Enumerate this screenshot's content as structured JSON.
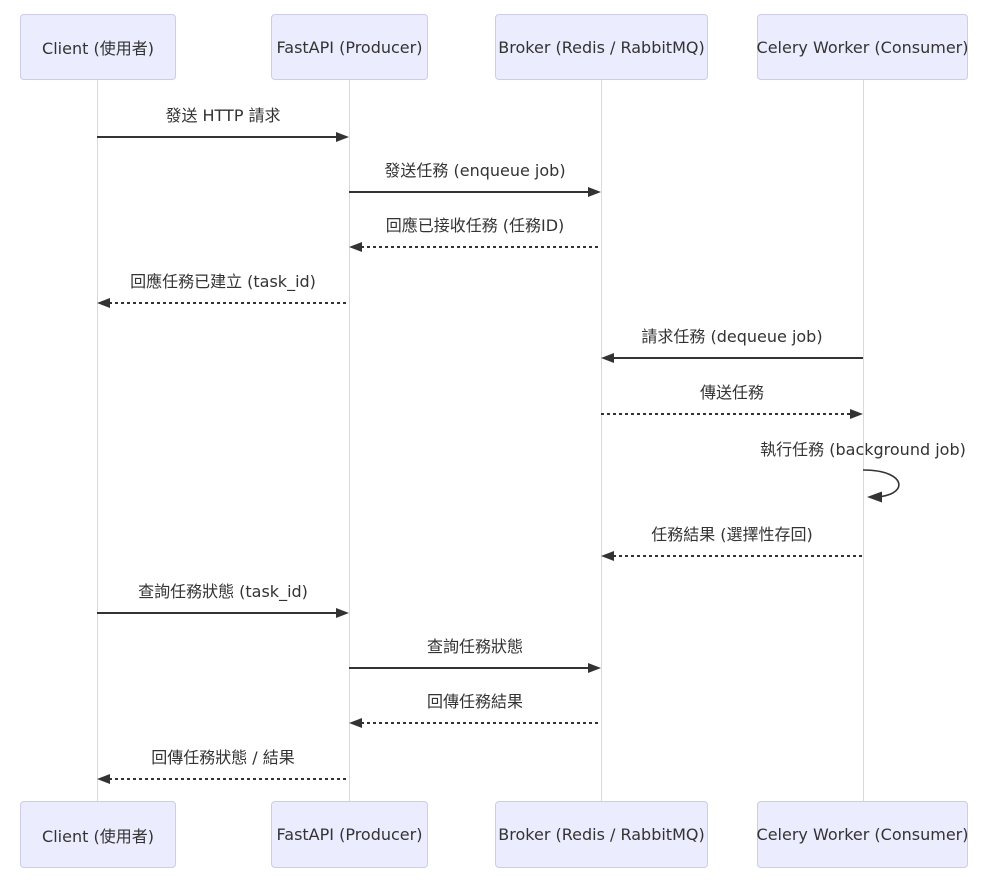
{
  "diagram": {
    "type": "sequence-diagram",
    "actors": [
      {
        "id": "client",
        "label": "Client (使用者)"
      },
      {
        "id": "fastapi",
        "label": "FastAPI (Producer)"
      },
      {
        "id": "broker",
        "label": "Broker (Redis / RabbitMQ)"
      },
      {
        "id": "worker",
        "label": "Celery Worker (Consumer)"
      }
    ],
    "messages": [
      {
        "from": "client",
        "to": "fastapi",
        "line": "solid",
        "label": "發送 HTTP 請求"
      },
      {
        "from": "fastapi",
        "to": "broker",
        "line": "solid",
        "label": "發送任務 (enqueue job)"
      },
      {
        "from": "broker",
        "to": "fastapi",
        "line": "dashed",
        "label": "回應已接收任務 (任務ID)"
      },
      {
        "from": "fastapi",
        "to": "client",
        "line": "dashed",
        "label": "回應任務已建立 (task_id)"
      },
      {
        "from": "worker",
        "to": "broker",
        "line": "solid",
        "label": "請求任務 (dequeue job)"
      },
      {
        "from": "broker",
        "to": "worker",
        "line": "dashed",
        "label": "傳送任務"
      },
      {
        "from": "worker",
        "to": "worker",
        "line": "self",
        "label": "執行任務 (background job)"
      },
      {
        "from": "worker",
        "to": "broker",
        "line": "dashed",
        "label": "任務結果 (選擇性存回)"
      },
      {
        "from": "client",
        "to": "fastapi",
        "line": "solid",
        "label": "查詢任務狀態 (task_id)"
      },
      {
        "from": "fastapi",
        "to": "broker",
        "line": "solid",
        "label": "查詢任務狀態"
      },
      {
        "from": "broker",
        "to": "fastapi",
        "line": "dashed",
        "label": "回傳任務結果"
      },
      {
        "from": "fastapi",
        "to": "client",
        "line": "dashed",
        "label": "回傳任務狀態 / 結果"
      }
    ],
    "colors": {
      "actor_fill": "#ECECFF",
      "actor_border": "#CCCCEB",
      "lifeline": "#D8D5F0",
      "arrow": "#333333",
      "text": "#333333",
      "background": "#ffffff"
    }
  }
}
